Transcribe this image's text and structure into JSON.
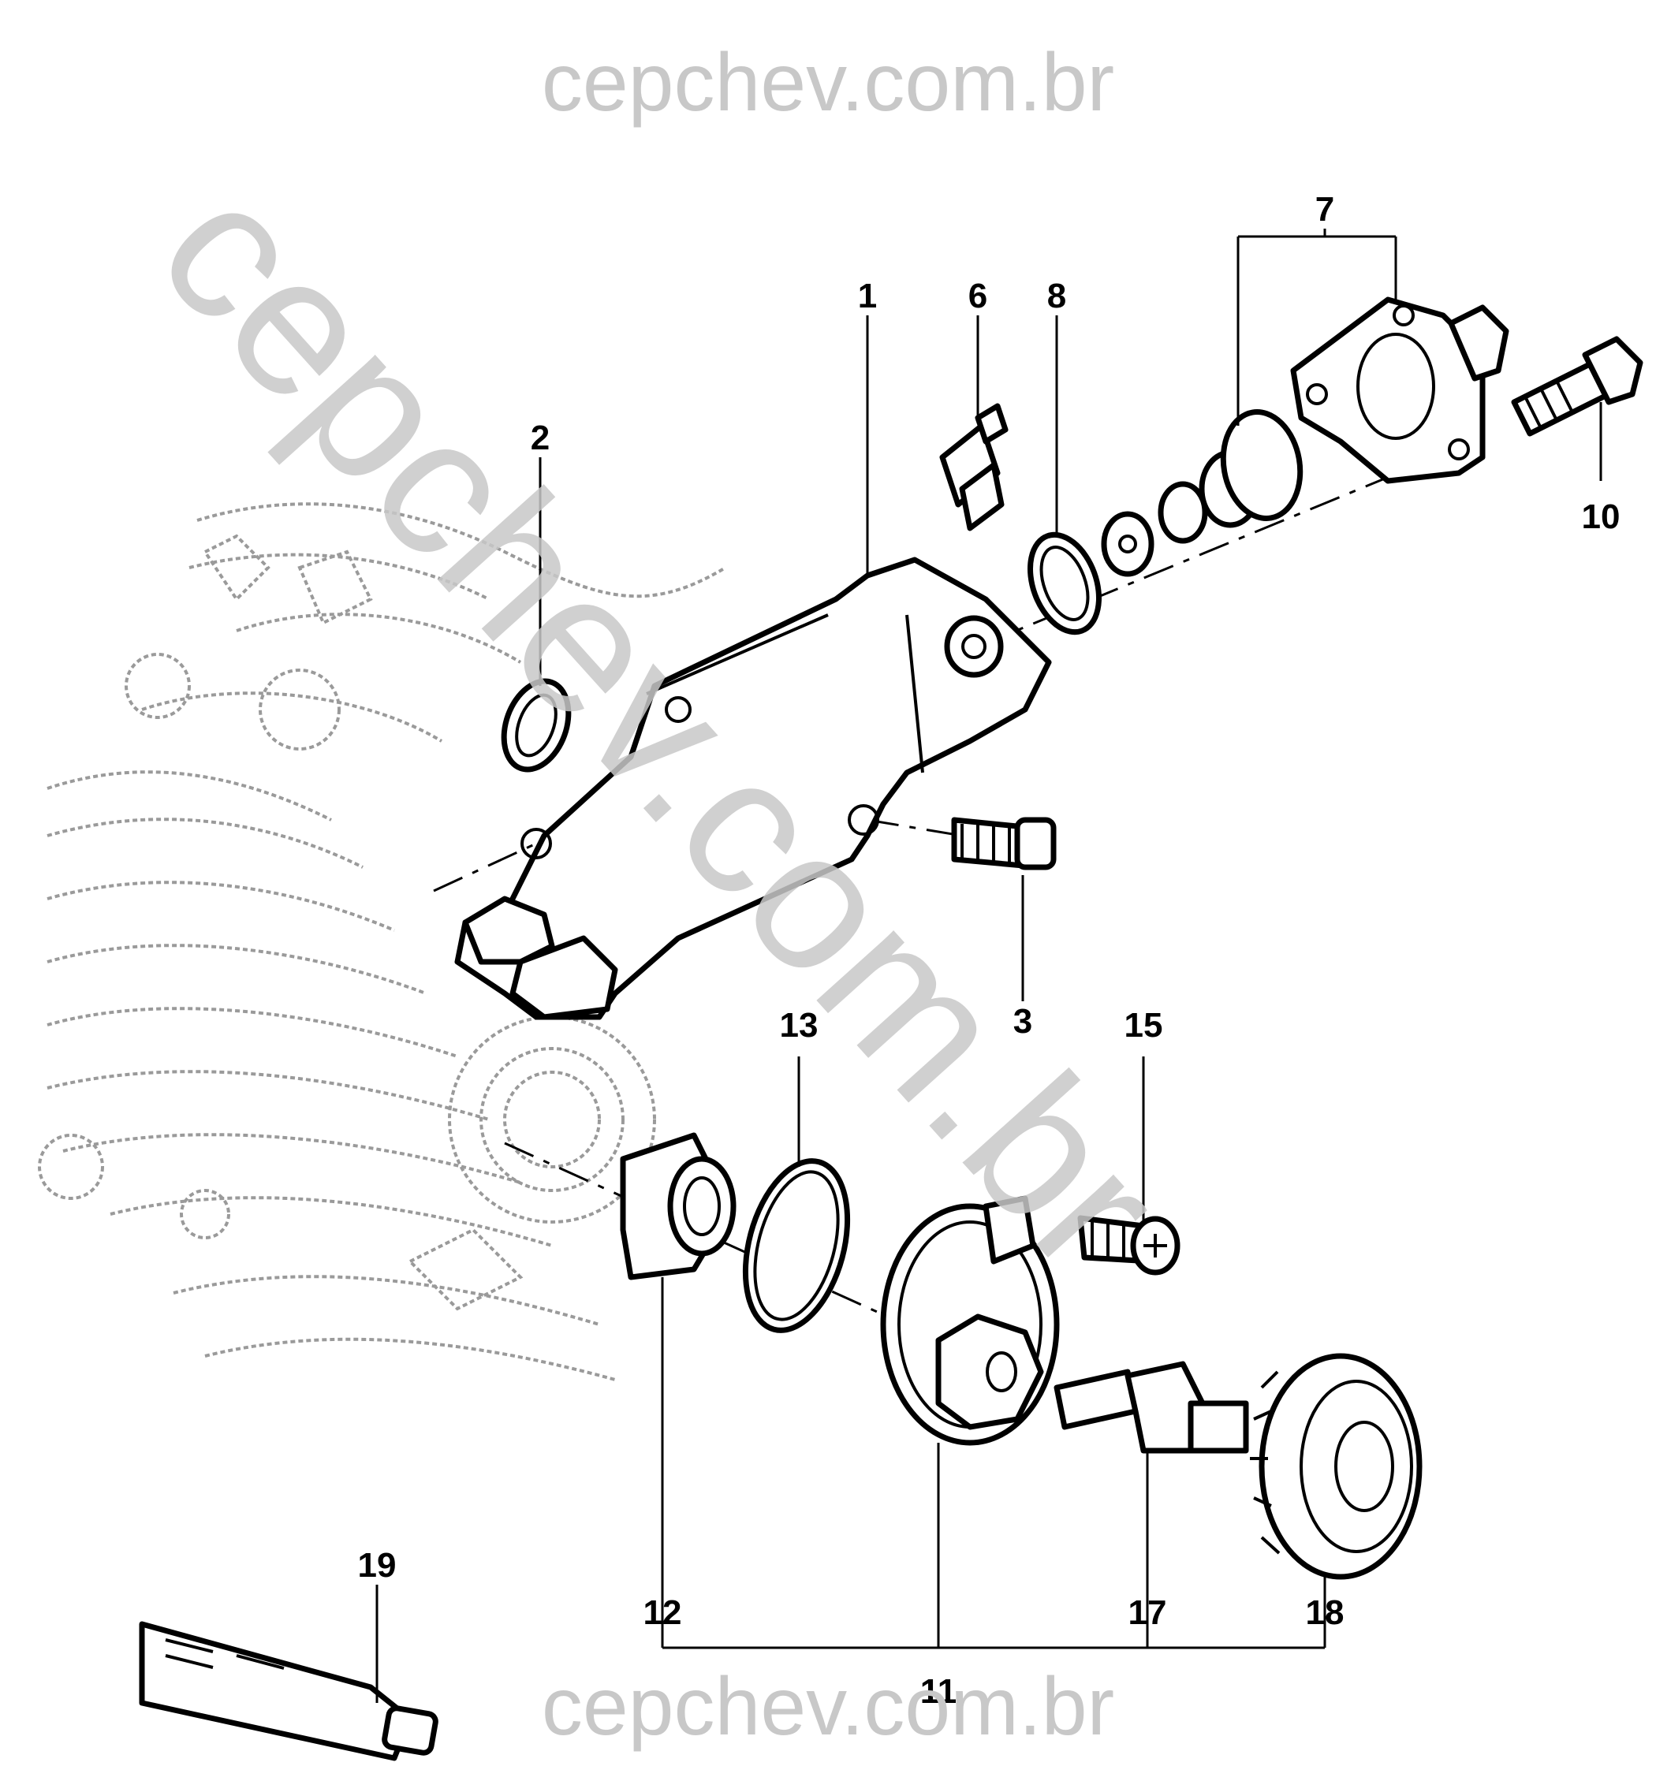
{
  "watermark": {
    "top": "cepchev.com.br",
    "diagonal": "cepchev.com.br",
    "bottom": "cepchev.com.br",
    "color": "#c8c8c8"
  },
  "callouts": {
    "c1": "1",
    "c2": "2",
    "c3": "3",
    "c6": "6",
    "c7": "7",
    "c8": "8",
    "c10": "10",
    "c11": "11",
    "c12": "12",
    "c13": "13",
    "c15": "15",
    "c17": "17",
    "c18": "18",
    "c19": "19"
  }
}
